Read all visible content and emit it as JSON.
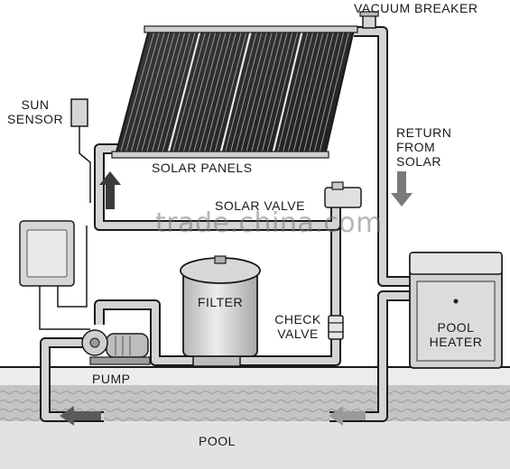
{
  "labels": {
    "vacuum_breaker": "VACUUM BREAKER",
    "sun_sensor_line1": "SUN",
    "sun_sensor_line2": "SENSOR",
    "solar_panels": "SOLAR PANELS",
    "return_line1": "RETURN",
    "return_line2": "FROM",
    "return_line3": "SOLAR",
    "solar_valve": "SOLAR VALVE",
    "filter": "FILTER",
    "check_line1": "CHECK",
    "check_line2": "VALVE",
    "pool_heater_line1": "POOL",
    "pool_heater_line2": "HEATER",
    "pump": "PUMP",
    "pool": "POOL"
  },
  "watermark": "trade.china.com",
  "colors": {
    "line": "#1a1a1a",
    "pipe_fill": "#cfcfcf",
    "panel_dark": "#2b2b2b",
    "equipment_fill": "#d9d9d9",
    "water": "#b8b8b8",
    "ground": "#e6e6e6"
  }
}
